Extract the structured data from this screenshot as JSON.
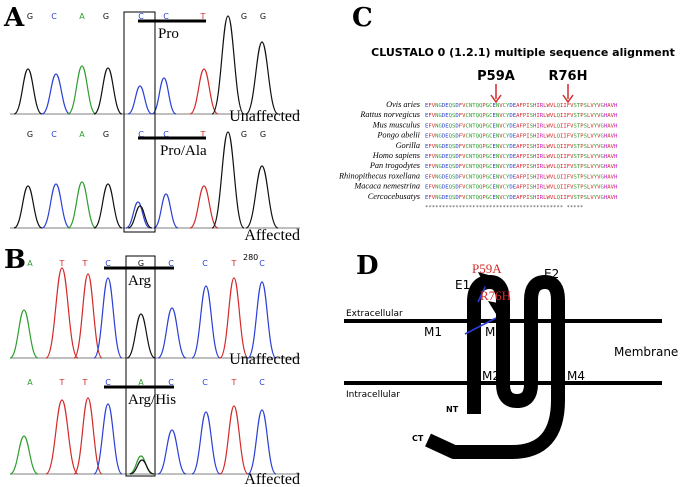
{
  "panelA": {
    "label": "A",
    "seq_top": [
      "G",
      "C",
      "A",
      "G",
      "C",
      "C",
      "T",
      "G",
      "G"
    ],
    "seq_bottom": [
      "G",
      "C",
      "A",
      "G",
      "C",
      "C",
      "T",
      "G",
      "G"
    ],
    "top_annot": "Pro",
    "bottom_annot": "Pro/Ala",
    "top_caption": "Unaffected",
    "bottom_caption": "Affected"
  },
  "panelB": {
    "label": "B",
    "seq_top": [
      "A",
      "T",
      "T",
      "C",
      "G",
      "C",
      "C",
      "T",
      "C"
    ],
    "seq_bottom": [
      "A",
      "T",
      "T",
      "C",
      "A",
      "C",
      "C",
      "T",
      "C"
    ],
    "position": "280",
    "top_annot": "Arg",
    "bottom_annot": "Arg/His",
    "top_caption": "Unaffected",
    "bottom_caption": "Affected"
  },
  "panelC": {
    "label": "C",
    "title": "CLUSTALO 0 (1.2.1) multiple sequence alignment",
    "mut1": "P59A",
    "mut2": "R76H",
    "species": [
      "Ovis aries",
      "Rattus norvegicus",
      "Mus musculus",
      "Pongo abelii",
      "Gorilla",
      "Homo sapiens",
      "Pan trogodytes",
      "Rhinopithecus roxellana",
      "Macaca nemestrina",
      "Cercocebusatys"
    ],
    "sequence": "EFVNGDEQSDFVCNTQQPGCENVCYDEAFPISHIRLWVLQIIFVSTPSLVYVGHAVH",
    "consensus": "*****************************************   *****"
  },
  "panelD": {
    "label": "D",
    "mut1": "P59A",
    "mut2": "R76H",
    "e1": "E1",
    "e2": "E2",
    "m1": "M1",
    "m2": "M2",
    "m3": "M3",
    "m4": "M4",
    "extracellular": "Extracellular",
    "intracellular": "Intracellular",
    "membrane": "Membrane",
    "nt": "NT",
    "ct": "CT"
  },
  "colors": {
    "A": "#2e9e2e",
    "C": "#2a3fd4",
    "G": "#111111",
    "T": "#d42a2a",
    "mutation": "#d42a2a"
  }
}
